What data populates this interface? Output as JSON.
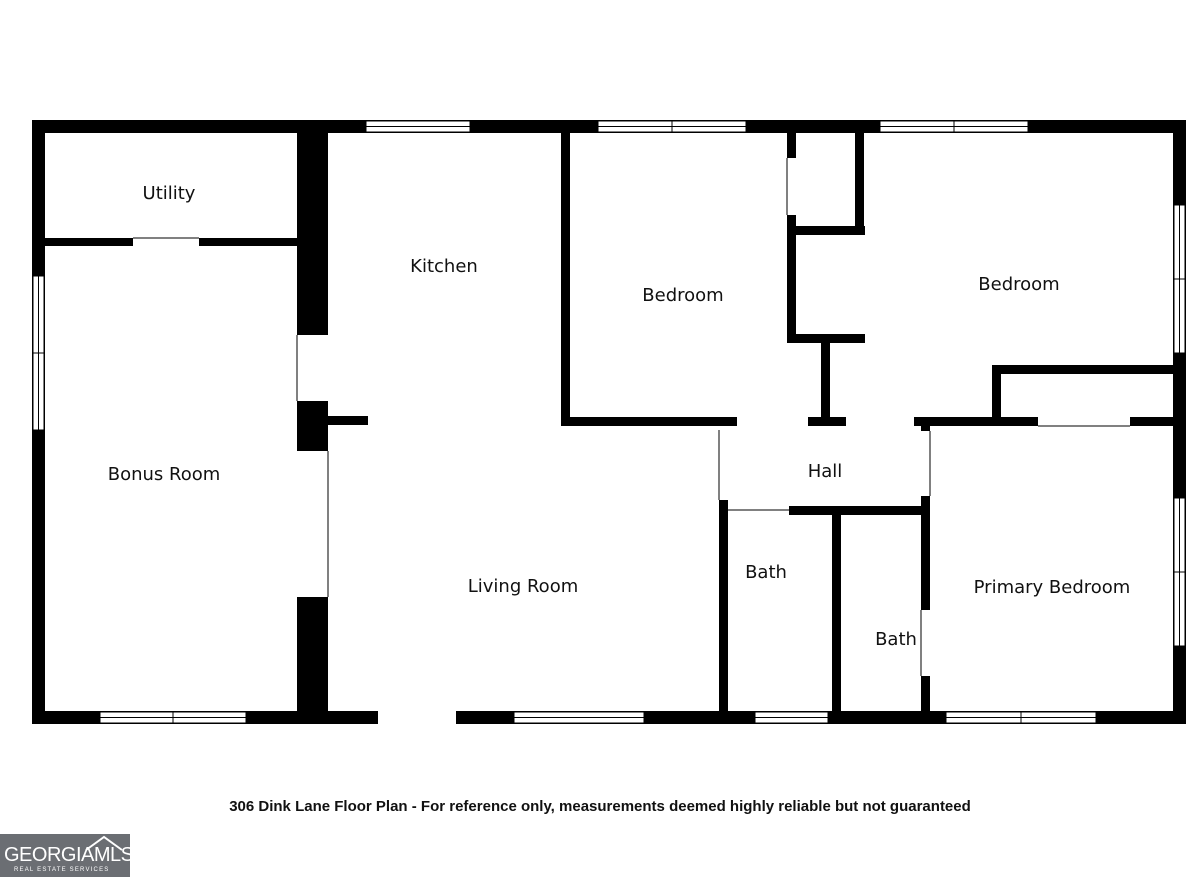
{
  "rooms": {
    "utility": "Utility",
    "kitchen": "Kitchen",
    "bedroom_1": "Bedroom",
    "bedroom_2": "Bedroom",
    "bonus_room": "Bonus Room",
    "hall": "Hall",
    "living_room": "Living Room",
    "bath_1": "Bath",
    "bath_2": "Bath",
    "primary_bedroom": "Primary Bedroom"
  },
  "caption": "306 Dink Lane Floor Plan - For reference only, measurements deemed highly reliable but not guaranteed",
  "logo": {
    "name": "GEORGIAMLS",
    "tagline": "REAL ESTATE SERVICES"
  },
  "colors": {
    "wall": "#000000",
    "background": "#ffffff",
    "logo_bg": "#6b6e73"
  }
}
